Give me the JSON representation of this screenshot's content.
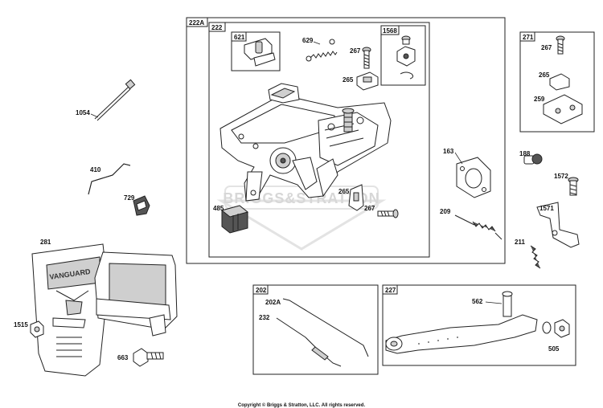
{
  "watermark": "BRIGGS&STRATTON",
  "copyright": "Copyright © Briggs & Stratton, LLC. All rights reserved.",
  "boxes": {
    "b222A": "222A",
    "b222": "222",
    "b621": "621",
    "b1568": "1568",
    "b271": "271",
    "b202": "202",
    "b227": "227"
  },
  "labels": {
    "l629": "629",
    "l267a": "267",
    "l265a": "265",
    "l1054": "1054",
    "l410": "410",
    "l729": "729",
    "l485": "485",
    "l265b": "265",
    "l267b": "267",
    "l163": "163",
    "l209": "209",
    "l267c": "267",
    "l265c": "265",
    "l259": "259",
    "l188": "188",
    "l1572": "1572",
    "l1571": "1571",
    "l211": "211",
    "l281": "281",
    "l1515": "1515",
    "l663": "663",
    "l202A": "202A",
    "l232": "232",
    "l562": "562",
    "l505": "505"
  },
  "cover_text": "VANGUARD",
  "colors": {
    "line": "#222222",
    "watermark": "#d7d7d7",
    "shade": "#cfcfcf"
  }
}
